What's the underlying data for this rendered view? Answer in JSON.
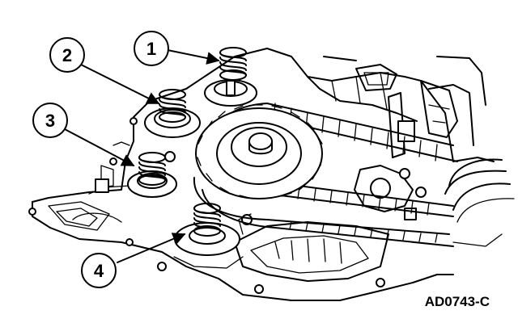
{
  "callouts": [
    {
      "id": "1",
      "label": "1"
    },
    {
      "id": "2",
      "label": "2"
    },
    {
      "id": "3",
      "label": "3"
    },
    {
      "id": "4",
      "label": "4"
    }
  ],
  "reference_code": "AD0743-C"
}
